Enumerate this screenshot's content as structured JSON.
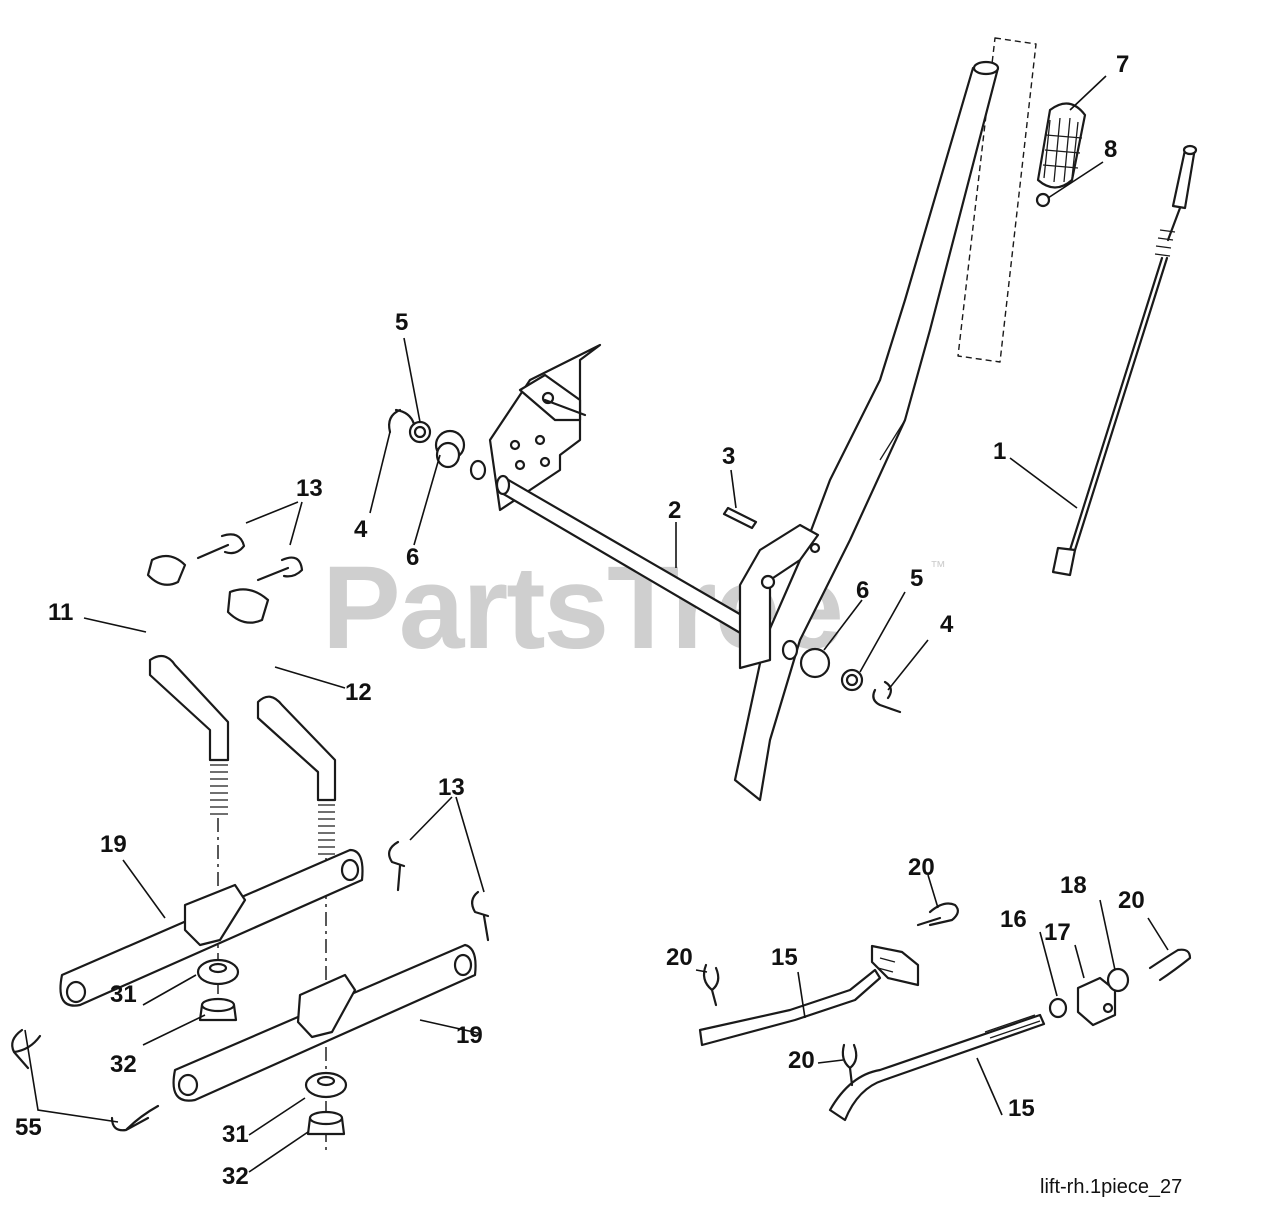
{
  "watermark": {
    "text": "PartsTree",
    "trademark": "™"
  },
  "reference": "lift-rh.1piece_27",
  "callouts": {
    "c1": "1",
    "c2": "2",
    "c3": "3",
    "c4a": "4",
    "c4b": "4",
    "c5a": "5",
    "c5b": "5",
    "c6a": "6",
    "c6b": "6",
    "c7": "7",
    "c8": "8",
    "c11": "11",
    "c12": "12",
    "c13a": "13",
    "c13b": "13",
    "c15a": "15",
    "c15b": "15",
    "c16": "16",
    "c17": "17",
    "c18": "18",
    "c19a": "19",
    "c19b": "19",
    "c20a": "20",
    "c20b": "20",
    "c20c": "20",
    "c20d": "20",
    "c31a": "31",
    "c31b": "31",
    "c32a": "32",
    "c32b": "32",
    "c55": "55"
  }
}
